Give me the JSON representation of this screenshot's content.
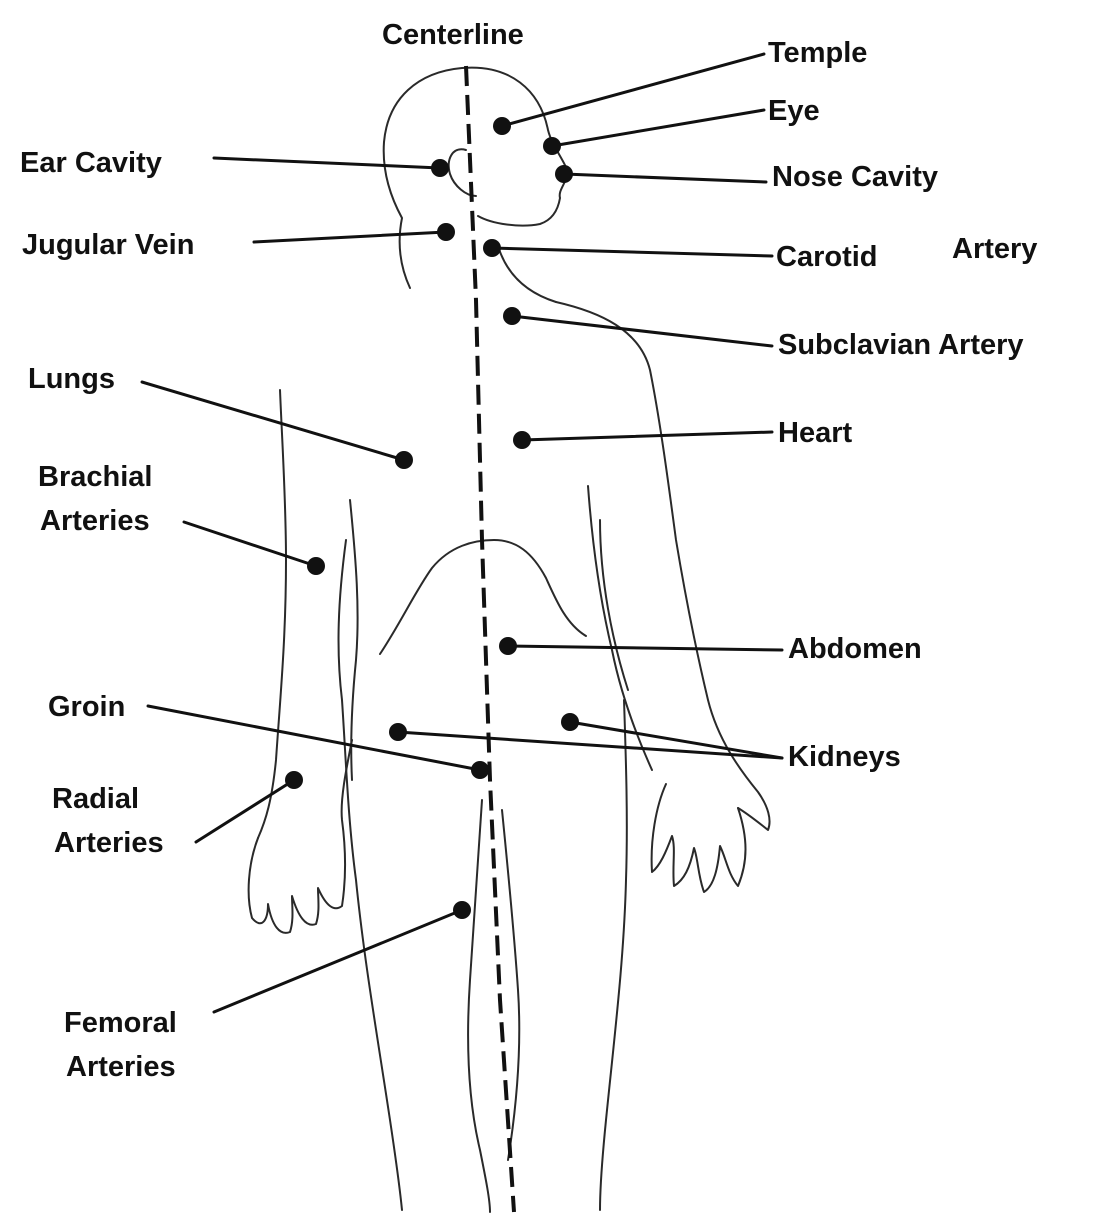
{
  "diagram": {
    "labels": {
      "centerline": "Centerline",
      "temple": "Temple",
      "eye": "Eye",
      "nose_cavity": "Nose Cavity",
      "ear_cavity": "Ear Cavity",
      "jugular_vein": "Jugular Vein",
      "carotid_artery_1": "Carotid",
      "carotid_artery_2": "Artery",
      "subclavian_artery": "Subclavian Artery",
      "lungs": "Lungs",
      "heart": "Heart",
      "brachial_arteries_1": "Brachial",
      "brachial_arteries_2": "Arteries",
      "abdomen": "Abdomen",
      "groin": "Groin",
      "kidneys": "Kidneys",
      "radial_arteries_1": "Radial",
      "radial_arteries_2": "Arteries",
      "femoral_arteries_1": "Femoral",
      "femoral_arteries_2": "Arteries"
    }
  }
}
